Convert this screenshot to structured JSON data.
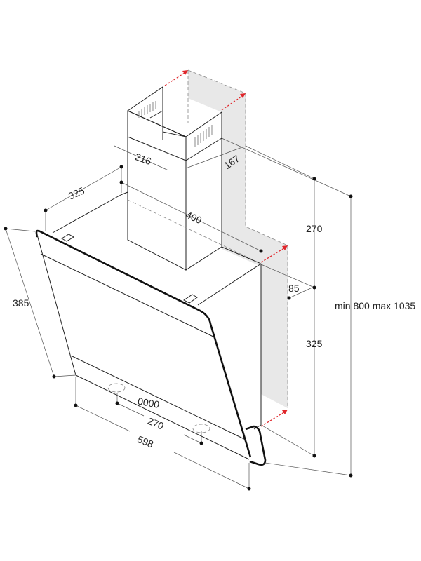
{
  "dimensions": {
    "chimney_width": "216",
    "chimney_depth": "167",
    "hood_depth_top": "325",
    "chimney_offset": "400",
    "glass_height": "385",
    "wall_gap": "85",
    "upper_height": "270",
    "lower_height": "325",
    "total_height": "min 800 max 1035",
    "control_spacing": "270",
    "hood_width": "598"
  },
  "control_display": "0000",
  "colors": {
    "arrow": "#e0262b",
    "wall": "#e8e8e8",
    "line": "#222222"
  }
}
